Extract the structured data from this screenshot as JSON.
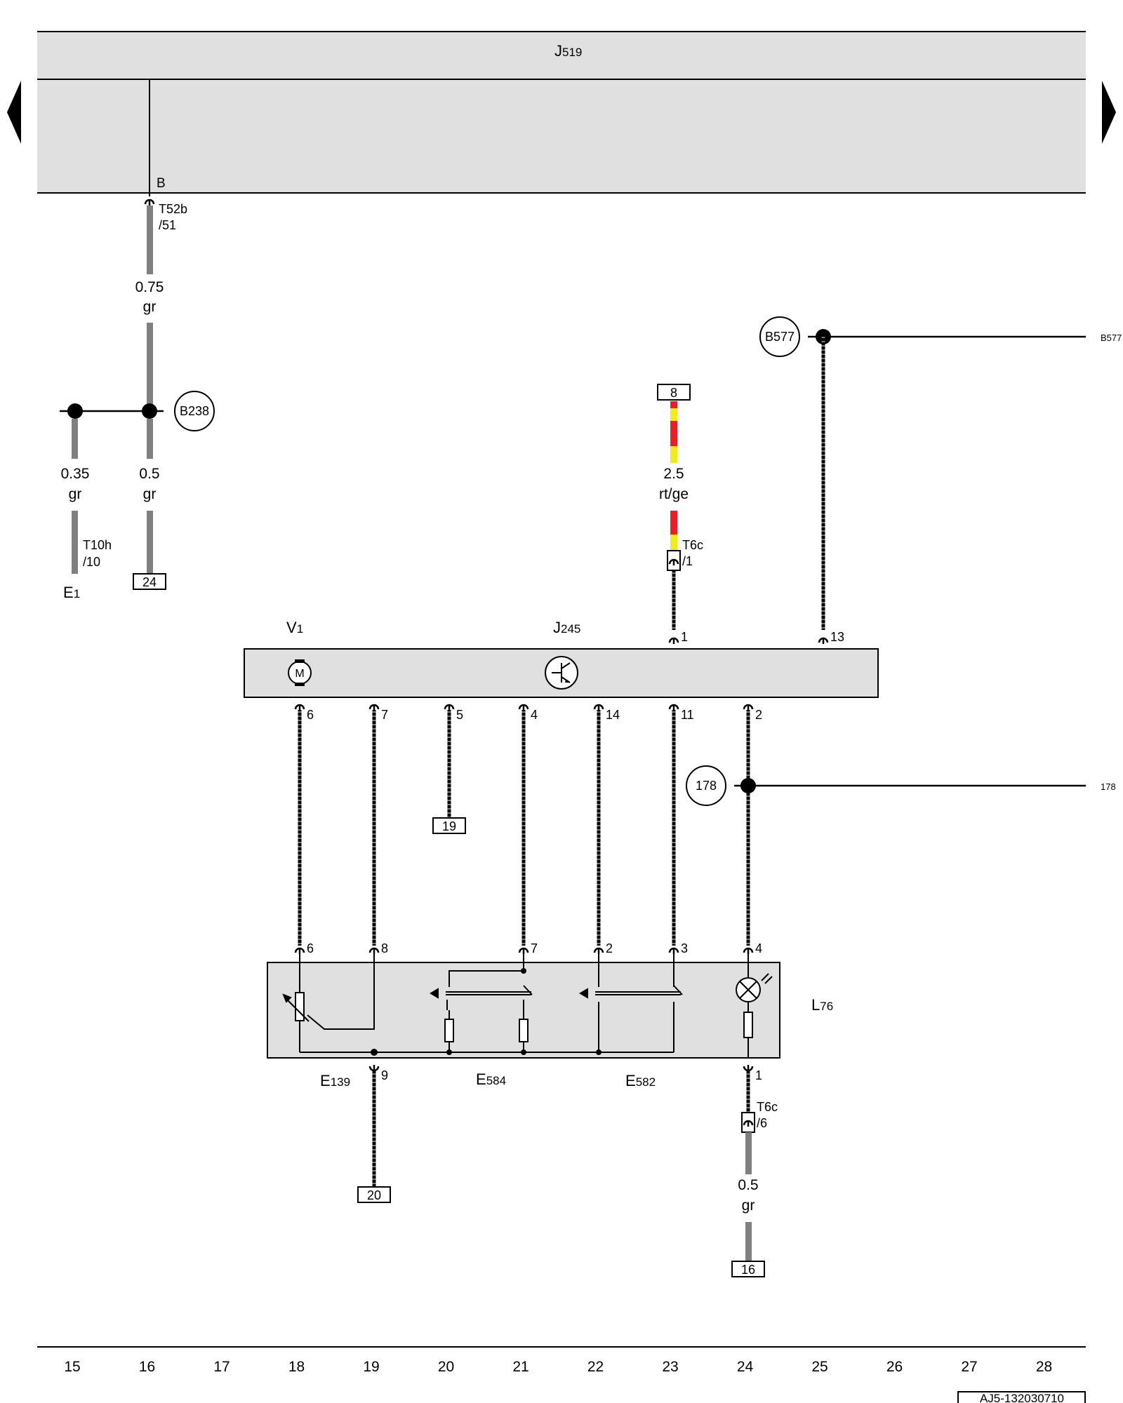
{
  "components": {
    "control_unit_top": {
      "prefix": "J",
      "sub": "519"
    },
    "control_unit_main": {
      "prefix": "J",
      "sub": "245"
    },
    "motor": {
      "prefix": "V",
      "sub": "1"
    },
    "switch_light": {
      "prefix": "L",
      "sub": "76"
    },
    "e1": {
      "prefix": "E",
      "sub": "1"
    },
    "e139": {
      "prefix": "E",
      "sub": "139"
    },
    "e584": {
      "prefix": "E",
      "sub": "584"
    },
    "e582": {
      "prefix": "E",
      "sub": "582"
    },
    "motor_symbol": "M"
  },
  "pins": {
    "j519_b": "B",
    "t52b_a": "T52b",
    "t52b_b": "/51",
    "t10h_a": "T10h",
    "t10h_b": "/10",
    "t6c1_a": "T6c",
    "t6c1_b": "/1",
    "t6c6_a": "T6c",
    "t6c6_b": "/6",
    "j245_top": [
      "1",
      "13"
    ],
    "j245_bottom": [
      "6",
      "7",
      "5",
      "4",
      "14",
      "11",
      "2"
    ],
    "l76_top": [
      "6",
      "8",
      "7",
      "2",
      "3",
      "4"
    ],
    "l76_bottom": [
      "9",
      "1"
    ]
  },
  "wires": {
    "w1": {
      "size": "0.75",
      "color": "gr"
    },
    "w2": {
      "size": "0.35",
      "color": "gr"
    },
    "w3": {
      "size": "0.5",
      "color": "gr"
    },
    "w4": {
      "size": "2.5",
      "color": "rt/ge"
    },
    "w5": {
      "size": "0.5",
      "color": "gr"
    }
  },
  "connections": {
    "b238": "B238",
    "b577": "B577",
    "b577_right": "B577",
    "c178": "178",
    "c178_right": "178"
  },
  "references": {
    "ref24": "24",
    "ref8": "8",
    "ref19": "19",
    "ref20": "20",
    "ref16": "16"
  },
  "ruler": [
    "15",
    "16",
    "17",
    "18",
    "19",
    "20",
    "21",
    "22",
    "23",
    "24",
    "25",
    "26",
    "27",
    "28"
  ],
  "doc_number": "AJ5-132030710",
  "colors": {
    "housing": "#e0e0e0",
    "grey_wire": "#808080",
    "red": "#ee1c25",
    "yellow": "#f2ec1a"
  }
}
